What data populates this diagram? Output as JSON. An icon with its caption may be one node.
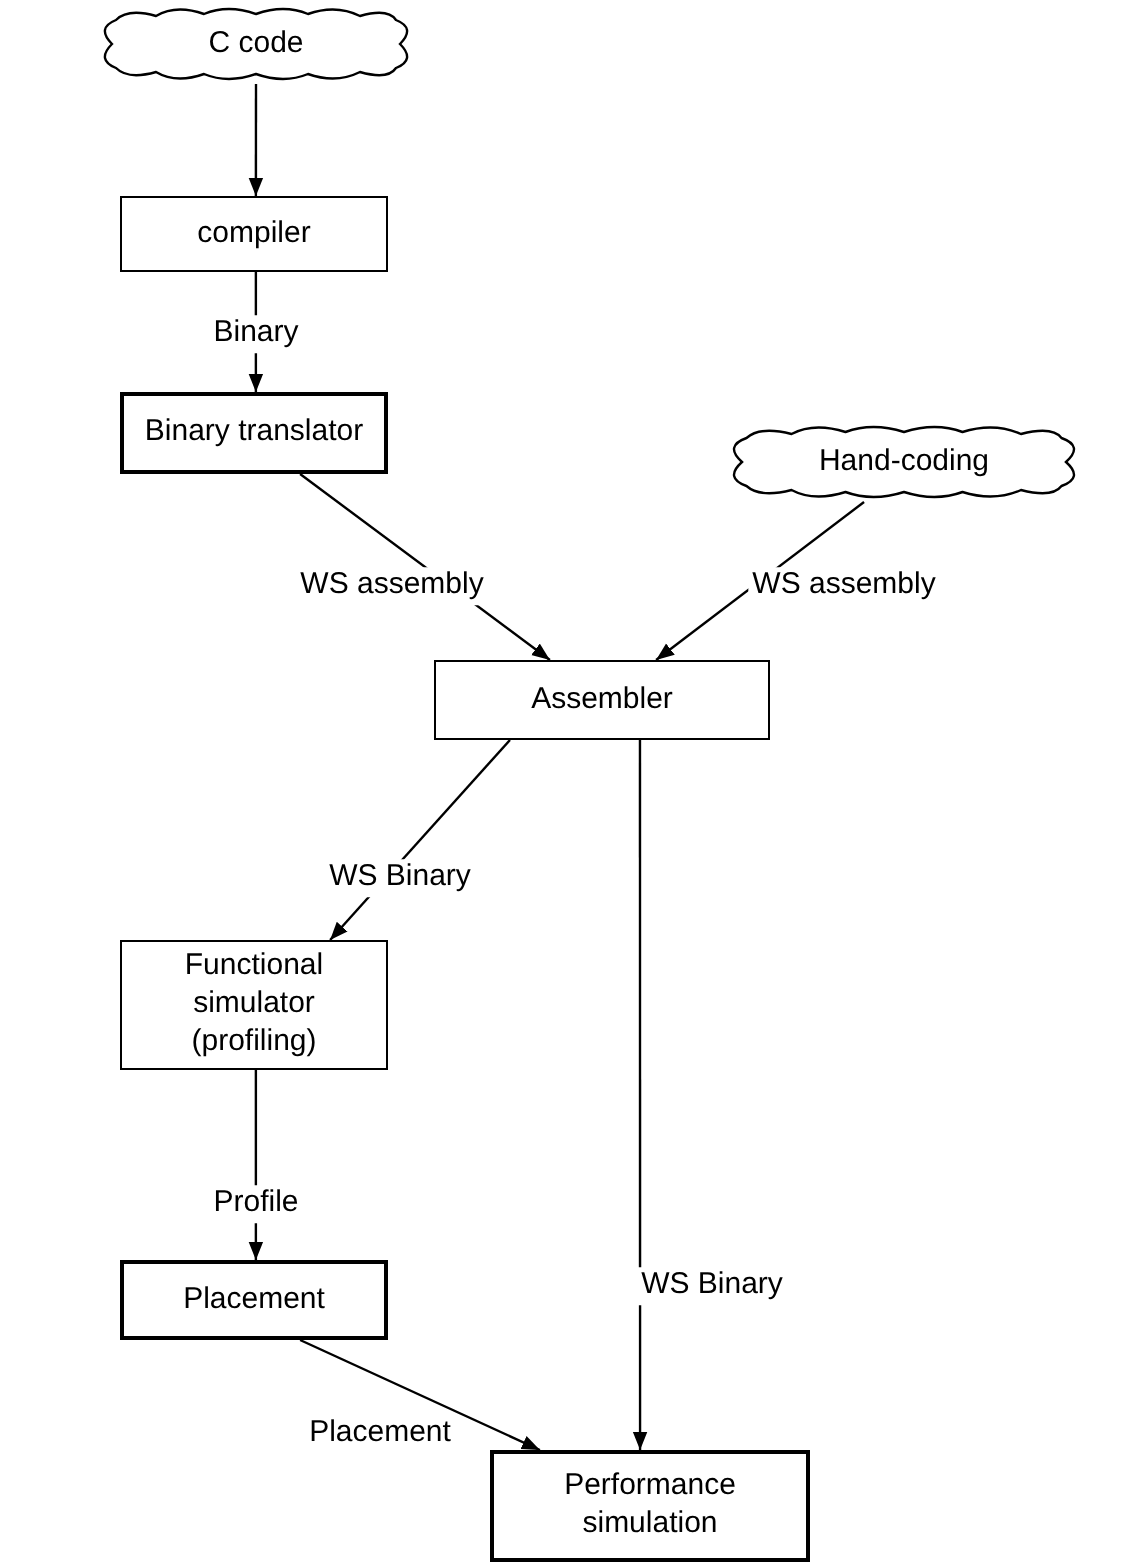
{
  "diagram": {
    "nodes": [
      {
        "text": [
          "C code"
        ]
      },
      {
        "text": [
          "compiler"
        ]
      },
      {
        "text": [
          "Binary translator"
        ]
      },
      {
        "text": [
          "Hand-coding"
        ]
      },
      {
        "text": [
          "Assembler"
        ]
      },
      {
        "text": [
          "Functional simulator (profiling)"
        ]
      },
      {
        "text": [
          "Placement"
        ]
      },
      {
        "text": [
          "Performance simulation"
        ]
      }
    ],
    "edges": [
      {
        "from": 0,
        "to": 1,
        "arrow": "to"
      },
      {
        "from": 1,
        "to": 2,
        "arrow": "to",
        "label": "Binary"
      },
      {
        "from": 2,
        "to": 4,
        "arrow": "to",
        "label": "WS assembly"
      },
      {
        "from": 3,
        "to": 4,
        "arrow": "to",
        "label": "WS assembly"
      },
      {
        "from": 4,
        "to": 5,
        "arrow": "to",
        "label": "WS Binary"
      },
      {
        "from": 4,
        "to": 7,
        "arrow": "to",
        "label": "WS Binary"
      },
      {
        "from": 5,
        "to": 6,
        "arrow": "to",
        "label": "Profile"
      },
      {
        "from": 6,
        "to": 7,
        "arrow": "to",
        "label": "Placement"
      }
    ]
  }
}
